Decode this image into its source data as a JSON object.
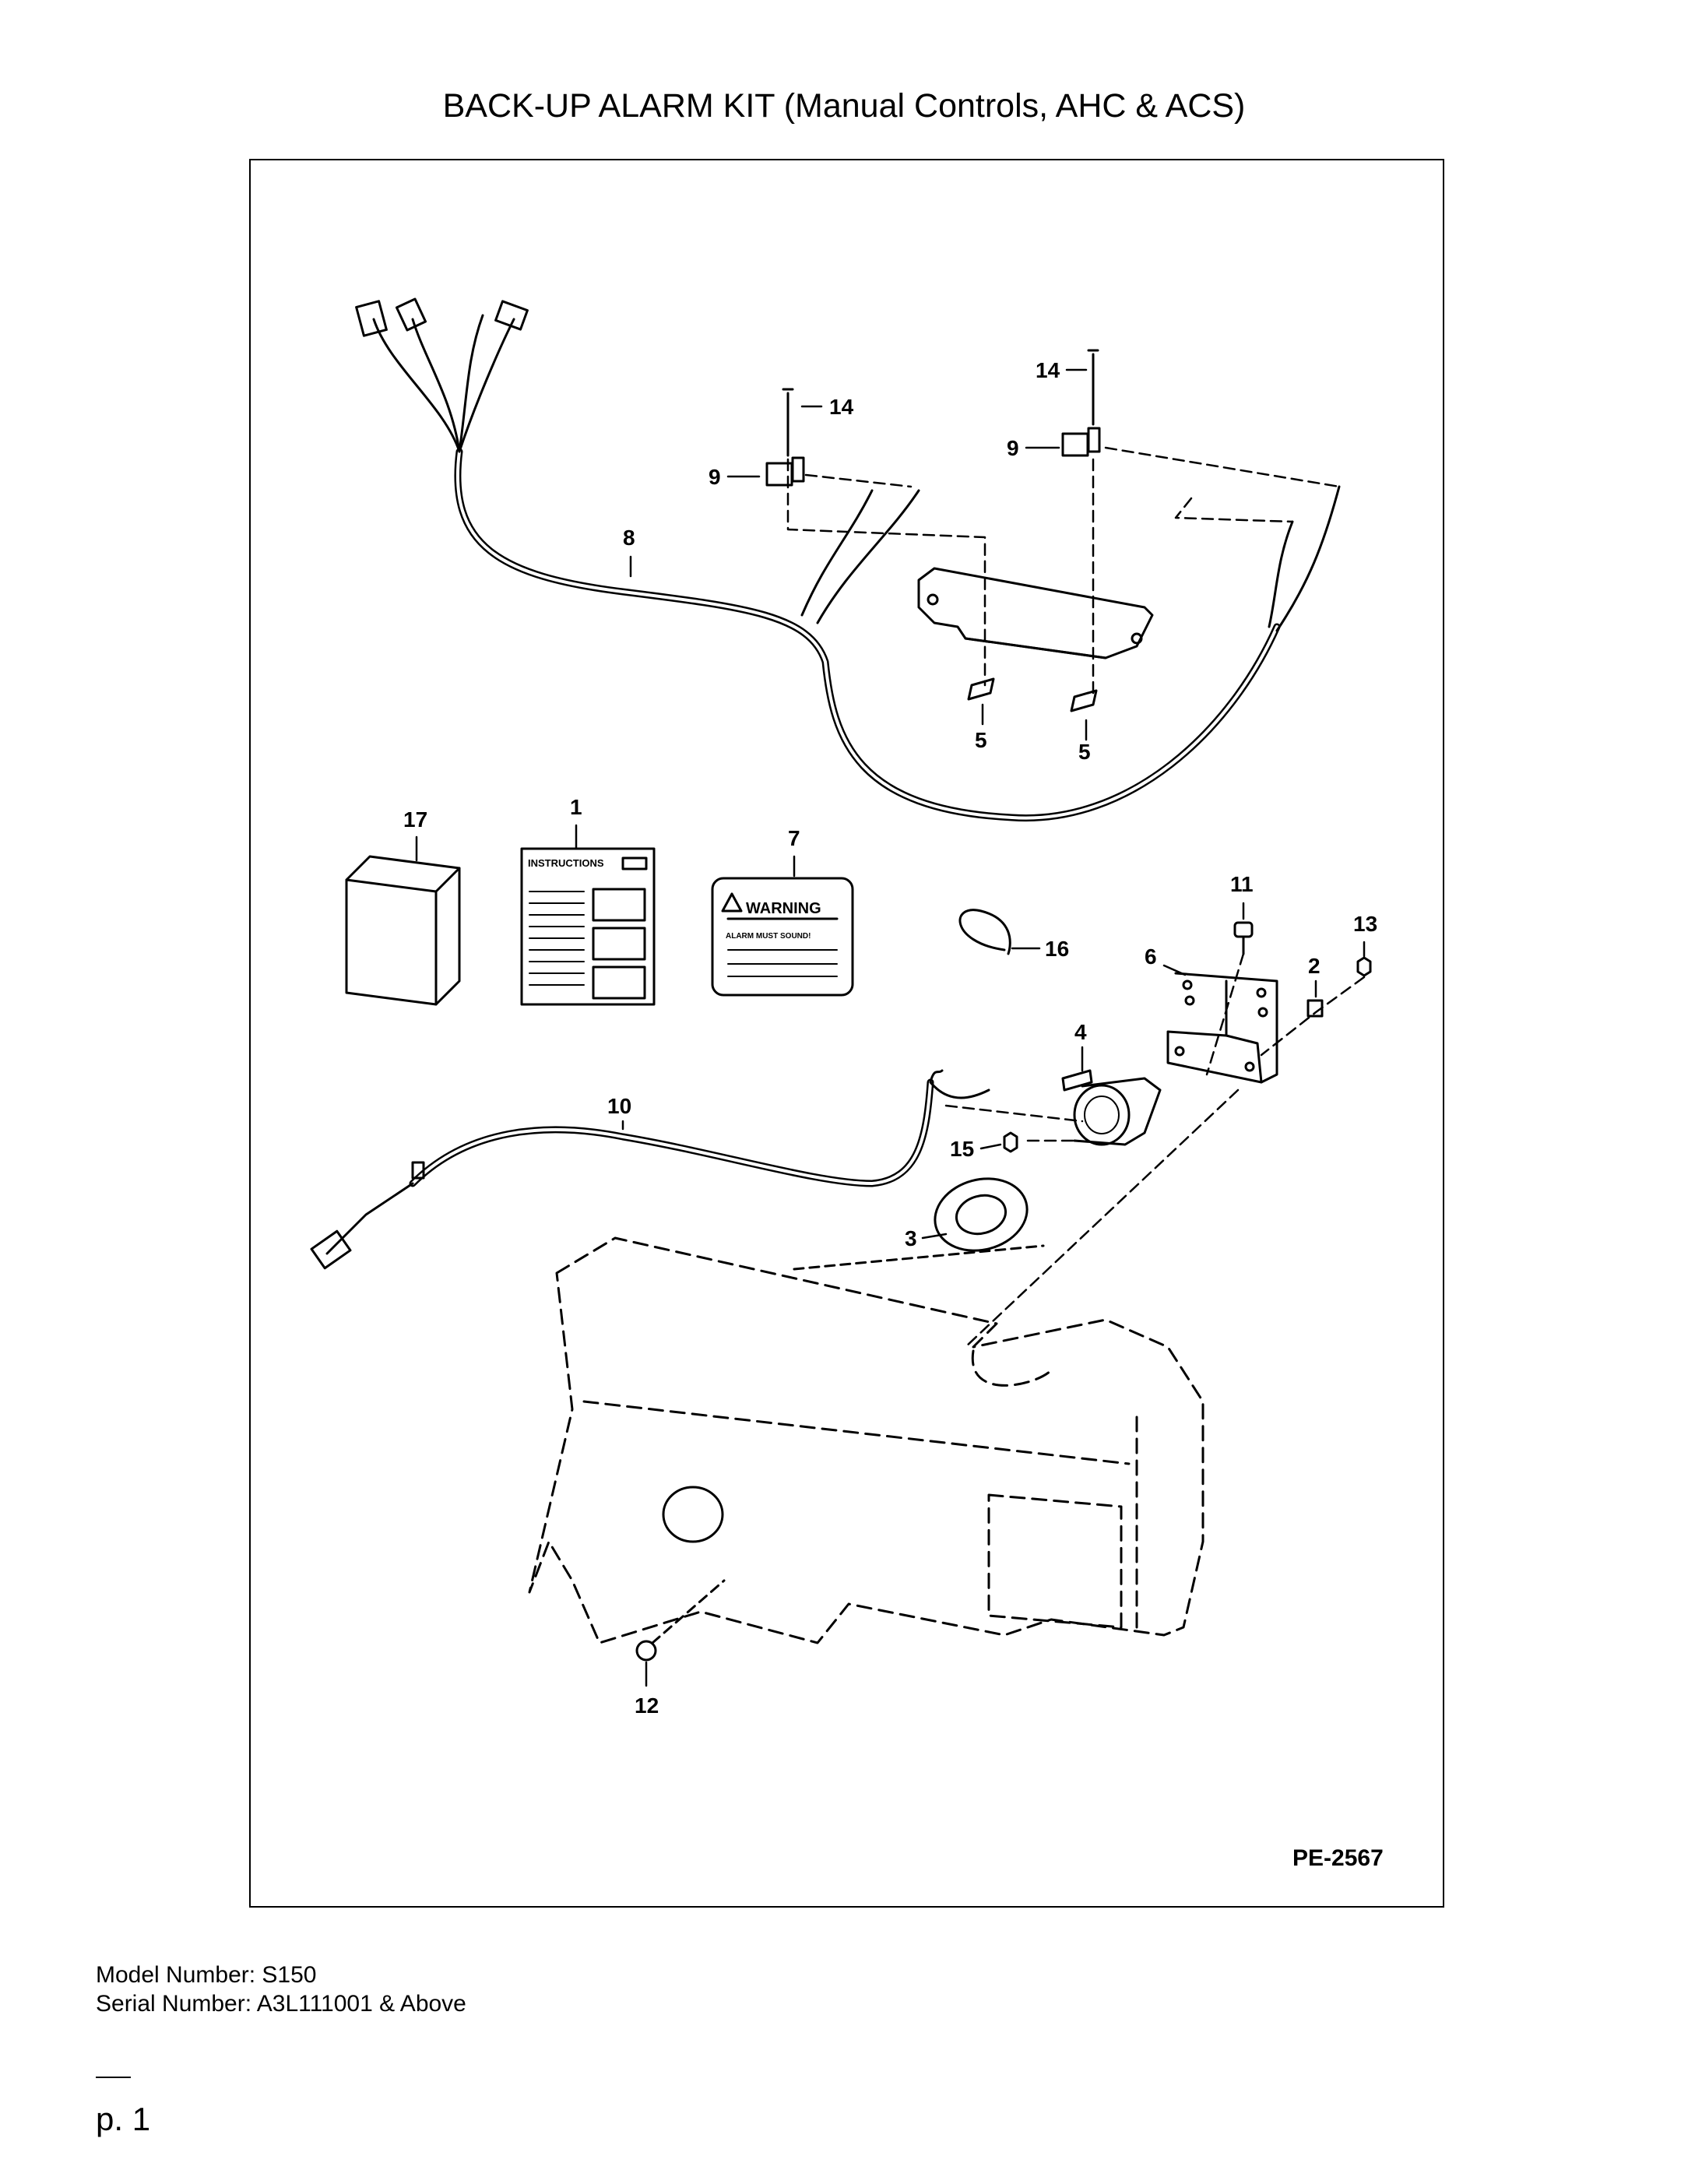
{
  "page": {
    "title": "BACK-UP ALARM KIT (Manual Controls, AHC & ACS)",
    "reference": "PE-2567",
    "model_line": "Model Number: S150",
    "serial_line": "Serial Number: A3L111001 & Above",
    "page_label": "p. 1"
  },
  "labels": {
    "instructions": "INSTRUCTIONS",
    "warning": "WARNING",
    "alarm_must_sound": "ALARM MUST SOUND!"
  },
  "callouts": [
    {
      "id": "c14a",
      "text": "14"
    },
    {
      "id": "c14b",
      "text": "14"
    },
    {
      "id": "c9a",
      "text": "9"
    },
    {
      "id": "c9b",
      "text": "9"
    },
    {
      "id": "c8",
      "text": "8"
    },
    {
      "id": "c5a",
      "text": "5"
    },
    {
      "id": "c5b",
      "text": "5"
    },
    {
      "id": "c17",
      "text": "17"
    },
    {
      "id": "c1",
      "text": "1"
    },
    {
      "id": "c7",
      "text": "7"
    },
    {
      "id": "c11",
      "text": "11"
    },
    {
      "id": "c13",
      "text": "13"
    },
    {
      "id": "c16",
      "text": "16"
    },
    {
      "id": "c6",
      "text": "6"
    },
    {
      "id": "c2",
      "text": "2"
    },
    {
      "id": "c4",
      "text": "4"
    },
    {
      "id": "c10",
      "text": "10"
    },
    {
      "id": "c15",
      "text": "15"
    },
    {
      "id": "c3",
      "text": "3"
    },
    {
      "id": "c12",
      "text": "12"
    }
  ]
}
